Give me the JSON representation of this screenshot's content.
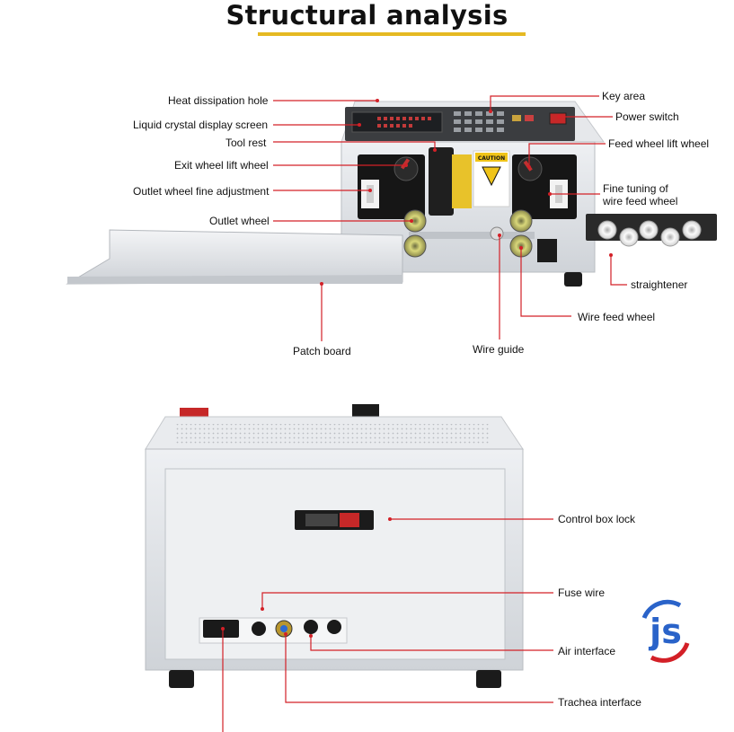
{
  "title": "Structural analysis",
  "colors": {
    "accent": "#e5b922",
    "leader": "#d32027",
    "logo_blue": "#2a63c9",
    "logo_red": "#d32027"
  },
  "labels": {
    "heat_dissipation_hole": "Heat dissipation hole",
    "lcd_screen": "Liquid crystal display screen",
    "tool_rest": "Tool rest",
    "exit_wheel_lift_wheel": "Exit wheel lift wheel",
    "outlet_wheel_fine_adjustment": "Outlet wheel fine adjustment",
    "outlet_wheel": "Outlet wheel",
    "patch_board": "Patch board",
    "wire_guide": "Wire guide",
    "key_area": "Key area",
    "power_switch": "Power switch",
    "feed_wheel_lift_wheel": "Feed wheel lift wheel",
    "fine_tuning_line1": "Fine tuning of",
    "fine_tuning_line2": "wire feed wheel",
    "straightener": "straightener",
    "wire_feed_wheel": "Wire feed wheel",
    "control_box_lock": "Control box lock",
    "fuse_wire": "Fuse wire",
    "air_interface": "Air interface",
    "trachea_interface": "Trachea interface"
  },
  "machine_text": {
    "caution": "CAUTION"
  },
  "logo": {
    "text": "js"
  }
}
